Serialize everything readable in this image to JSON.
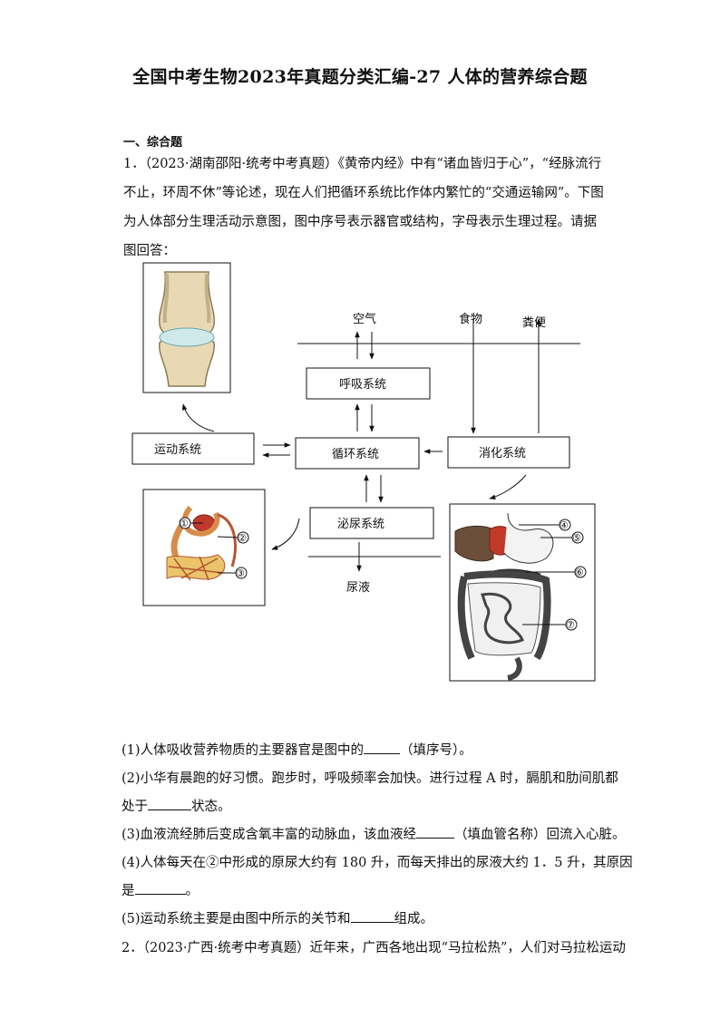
{
  "title": "全国中考生物2023年真题分类汇编-27 人体的营养综合题",
  "section": "一、综合题",
  "q1": {
    "stem": "1．（2023·湖南邵阳·统考中考真题）《黄帝内经》中有“诸血皆归于心”，“经脉流行不止，环周不休”等论述，现在人们把循环系统比作体内繁忙的“交通运输网”。下图为人体部分生理活动示意图，图中序号表示器官或结构，字母表示生理过程。请据图回答：",
    "sub": [
      {
        "pre": "(1)人体吸收营养物质的主要器官是图中的",
        "post": "（填序号）。"
      },
      {
        "pre": "(2)小华有晨跑的好习惯。跑步时，呼吸频率会加快。进行过程 A 时，膈肌和肋间肌都",
        "post": ""
      },
      {
        "pre": "处于",
        "post": "状态。"
      },
      {
        "pre": "(3)血液流经肺后变成含氧丰富的动脉血，该血液经",
        "post": "（填血管名称）回流入心脏。"
      },
      {
        "pre": "(4)人体每天在②中形成的原尿大约有 180 升，而每天排出的尿液大约 1．5 升，其原因",
        "post": ""
      },
      {
        "pre": "是",
        "post": "。"
      },
      {
        "pre": "(5)运动系统主要是由图中所示的关节和",
        "post": "组成。"
      }
    ]
  },
  "q2": {
    "stem": "2．（2023·广西·统考中考真题）近年来，广西各地出现“马拉松热”，人们对马拉松运动"
  },
  "diagram": {
    "air": "空气",
    "food": "食物",
    "feces": "粪便",
    "respiratory": "呼吸系统",
    "motor": "运动系统",
    "circulatory": "循环系统",
    "digestive": "消化系统",
    "urinary": "泌尿系统",
    "urine": "尿液",
    "n1": "①",
    "n2": "②",
    "n3": "③",
    "n4": "④",
    "n5": "⑤",
    "n6": "⑥",
    "n7": "⑦"
  }
}
